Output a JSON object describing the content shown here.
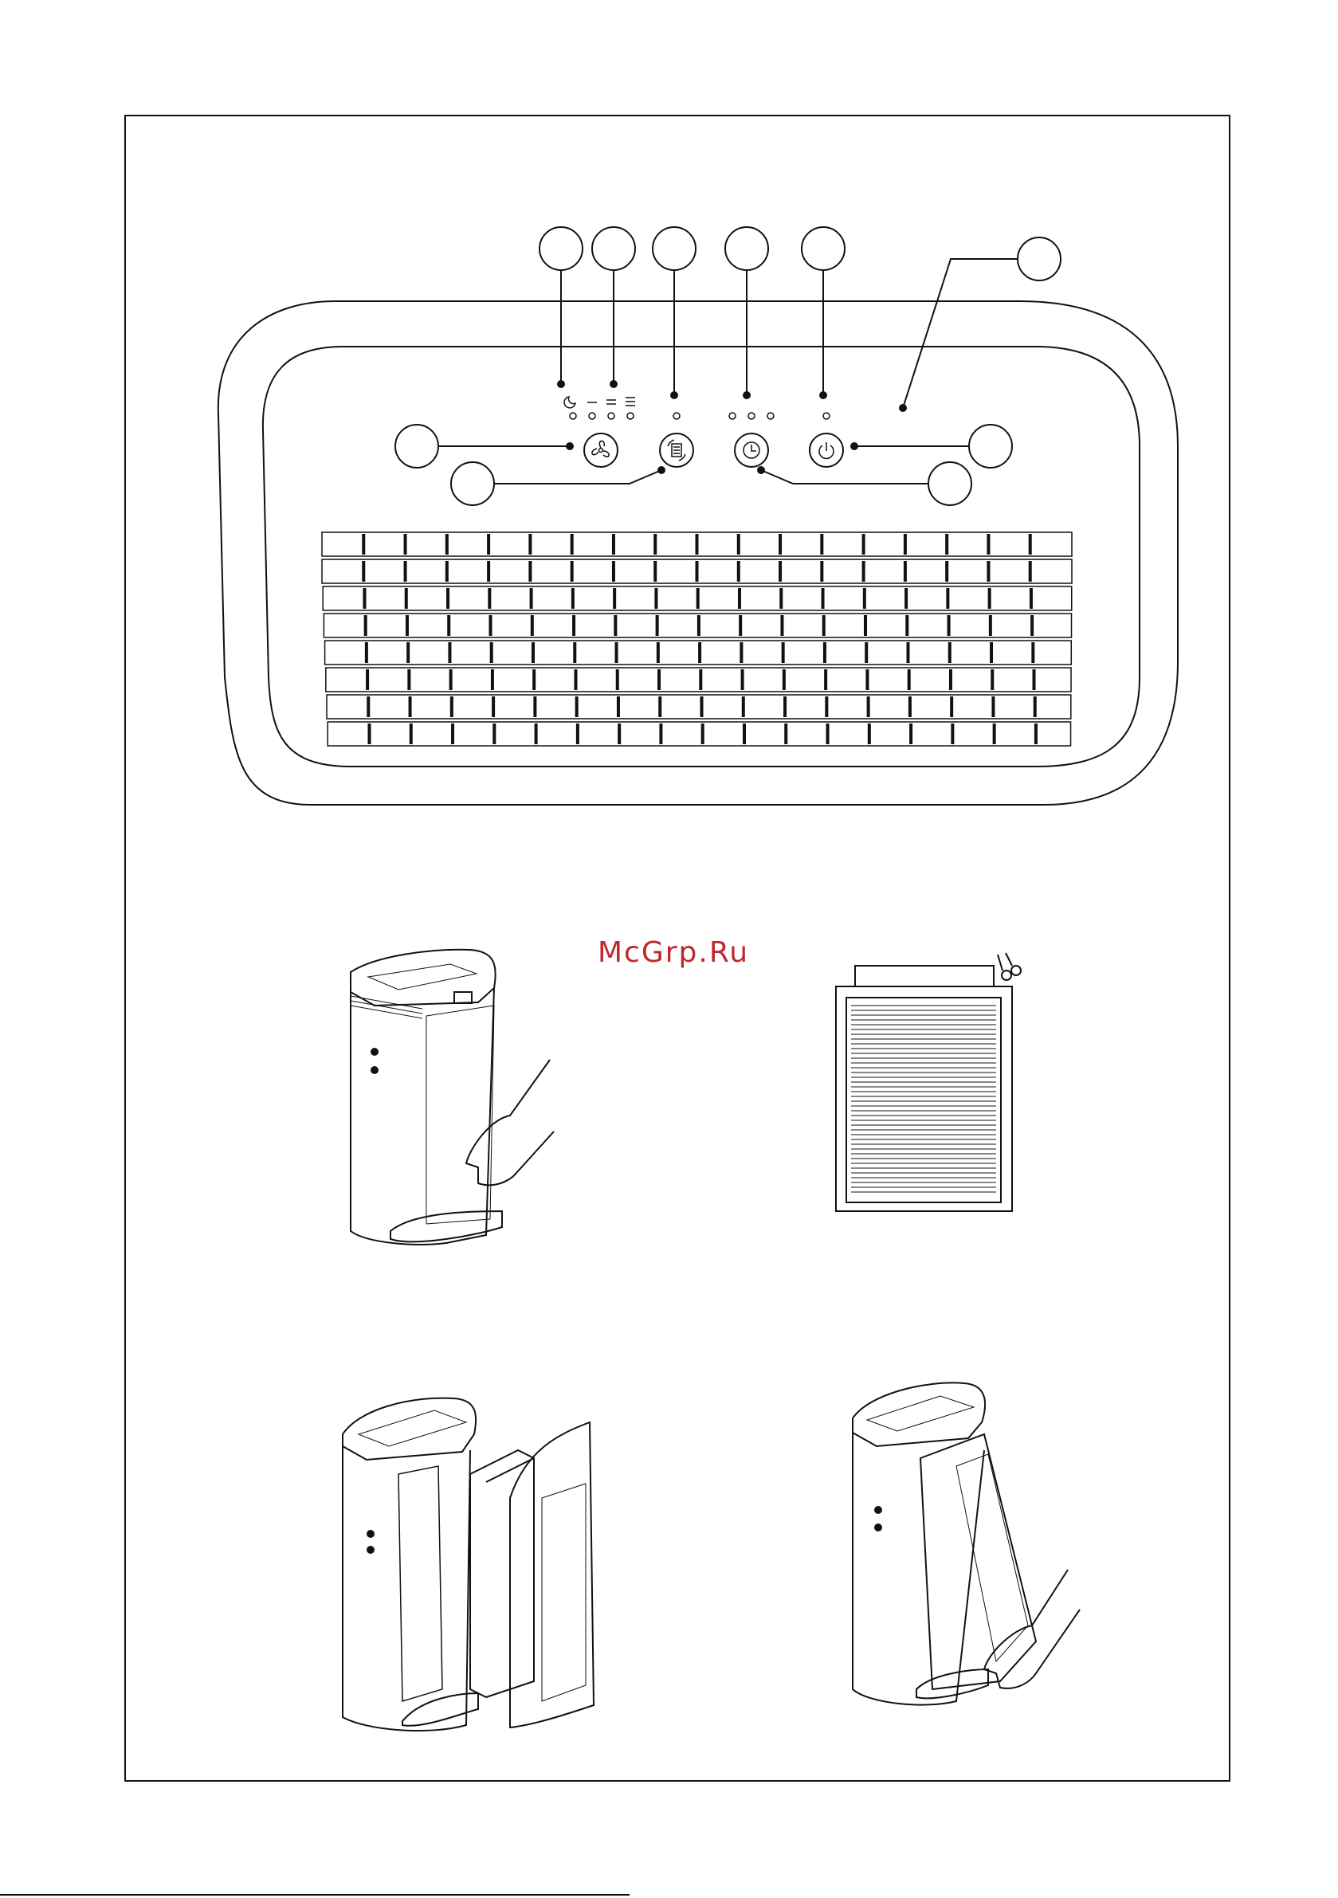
{
  "watermark": {
    "text": "McGrp.Ru",
    "color": "#c0272d"
  },
  "colors": {
    "line": "#111111",
    "paper": "#ffffff"
  },
  "control_panel": {
    "callouts": [
      "",
      "",
      "",
      "",
      "",
      "",
      "",
      "",
      "",
      ""
    ],
    "indicator_symbols": [
      "sleep-moon-icon",
      "fan-low-icon",
      "fan-medium-icon",
      "fan-high-icon"
    ],
    "buttons": [
      "fan-icon",
      "filter-reset-icon",
      "timer-icon",
      "power-icon"
    ],
    "timer_leds": 3,
    "grille_rows": 8,
    "grille_columns": 18
  },
  "steps": [
    {
      "name": "open-front-panel"
    },
    {
      "name": "remove-filter-packaging"
    },
    {
      "name": "insert-filter"
    },
    {
      "name": "close-front-panel"
    }
  ]
}
